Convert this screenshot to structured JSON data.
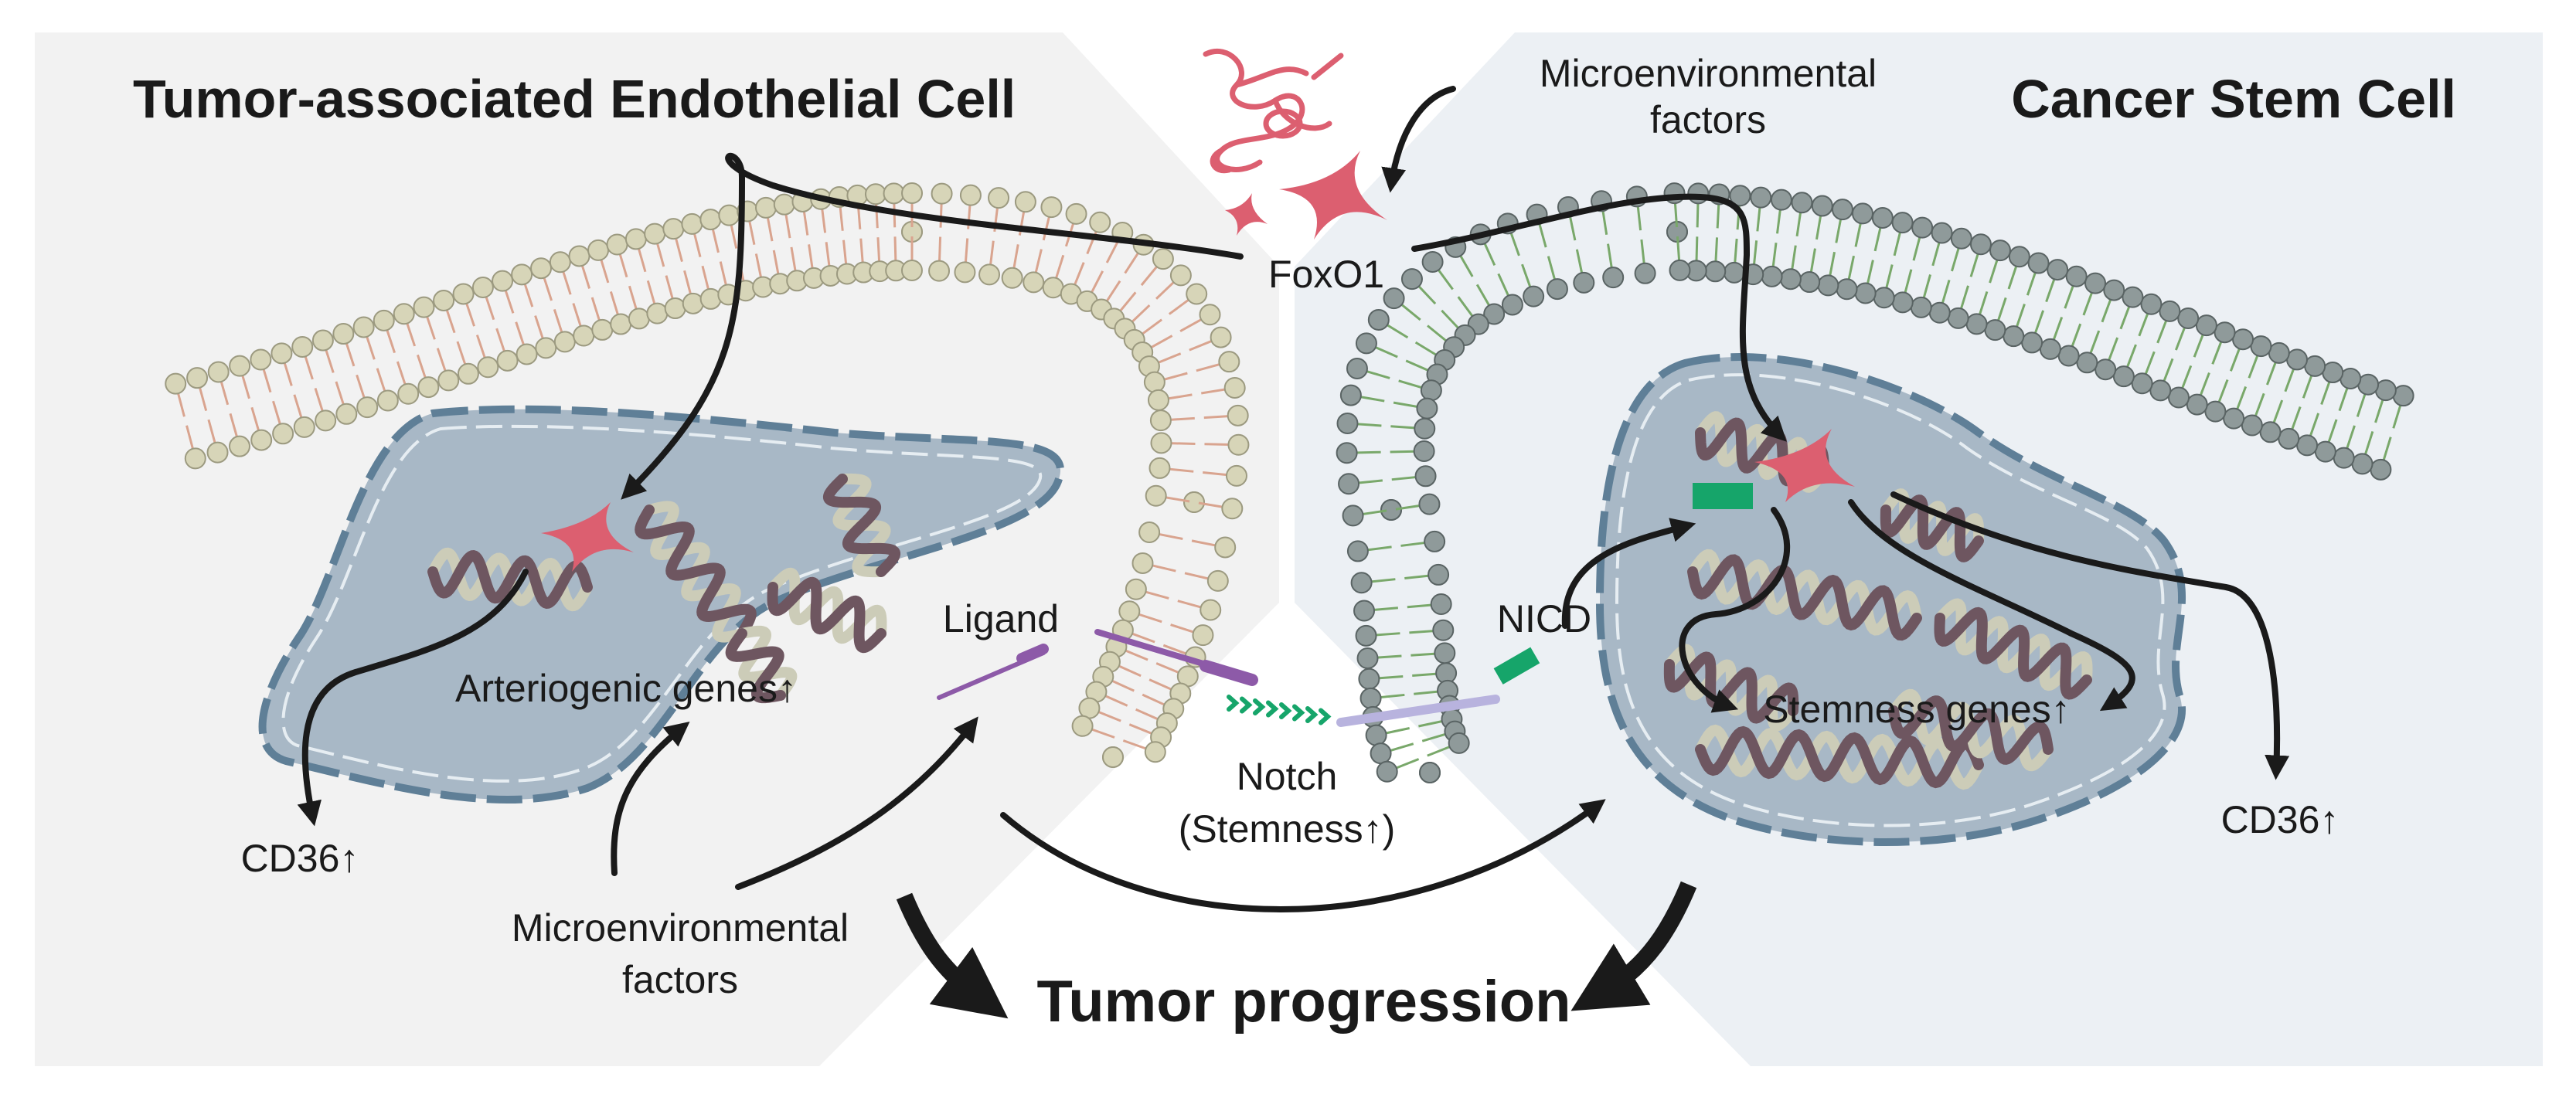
{
  "titles": {
    "left": "Tumor-associated Endothelial Cell",
    "right": "Cancer Stem Cell",
    "bottom": "Tumor progression"
  },
  "labels": {
    "foxo1": "FoxO1",
    "micro_top_line1": "Microenvironmental",
    "micro_top_line2": "factors",
    "micro_bottom_line1": "Microenvironmental",
    "micro_bottom_line2": "factors",
    "ligand": "Ligand",
    "nicd": "NICD",
    "notch_line1": "Notch",
    "notch_line2": "(Stemness↑)",
    "arteriogenic": "Arteriogenic genes↑",
    "stemness": "Stemness genes↑",
    "cd36_left": "CD36↑",
    "cd36_right": "CD36↑"
  },
  "colors": {
    "panel_left": "#f2f2f2",
    "panel_right": "#ecf0f4",
    "nucleus": "#a8b8c6",
    "nucleus_border": "#5f7f97",
    "lipid_head_left": "#d7d5b8",
    "lipid_tail_left": "#d9a48f",
    "lipid_head_right": "#8f9a9a",
    "lipid_tail_right": "#79a86a",
    "foxo1": "#dc5f70",
    "nicd": "#16a56a",
    "ligand": "#8d5aa8",
    "notch": "#b8b3de",
    "dna_dark": "#6e5660",
    "dna_light": "#ccccb8",
    "arrow": "#1a1a1a"
  },
  "icons": [
    "foxo1-protein-structure-icon",
    "foxo1-star-icon"
  ]
}
